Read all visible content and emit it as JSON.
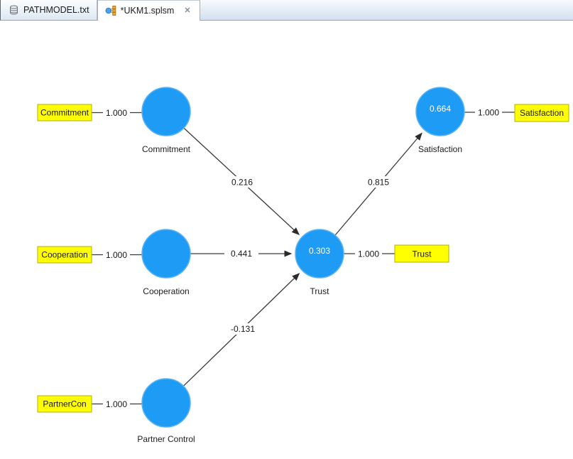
{
  "tabs": {
    "items": [
      {
        "label": "PATHMODEL.txt",
        "icon": "database-icon",
        "active": false
      },
      {
        "label": "*UKM1.splsm",
        "icon": "model-icon",
        "active": true,
        "close_glyph": "✕"
      }
    ]
  },
  "diagram": {
    "type": "pls-path-model",
    "latent": [
      {
        "label": "Commitment",
        "value": ""
      },
      {
        "label": "Cooperation",
        "value": ""
      },
      {
        "label": "Partner Control",
        "value": ""
      },
      {
        "label": "Trust",
        "value": "0.303"
      },
      {
        "label": "Satisfaction",
        "value": "0.664"
      }
    ],
    "indicators": [
      {
        "label": "Commitment",
        "loading": "1.000"
      },
      {
        "label": "Cooperation",
        "loading": "1.000"
      },
      {
        "label": "PartnerCon",
        "loading": "1.000"
      },
      {
        "label": "Trust",
        "loading": "1.000"
      },
      {
        "label": "Satisfaction",
        "loading": "1.000"
      }
    ],
    "paths": [
      {
        "from": "Commitment",
        "to": "Trust",
        "coefficient": "0.216"
      },
      {
        "from": "Cooperation",
        "to": "Trust",
        "coefficient": "0.441"
      },
      {
        "from": "Partner Control",
        "to": "Trust",
        "coefficient": "-0.131"
      },
      {
        "from": "Trust",
        "to": "Satisfaction",
        "coefficient": "0.815"
      }
    ],
    "colors": {
      "latent_fill": "#1e9cf5",
      "indicator_fill": "#ffff00",
      "indicator_border": "#b1b100",
      "edge": "#3a3a3a"
    }
  }
}
